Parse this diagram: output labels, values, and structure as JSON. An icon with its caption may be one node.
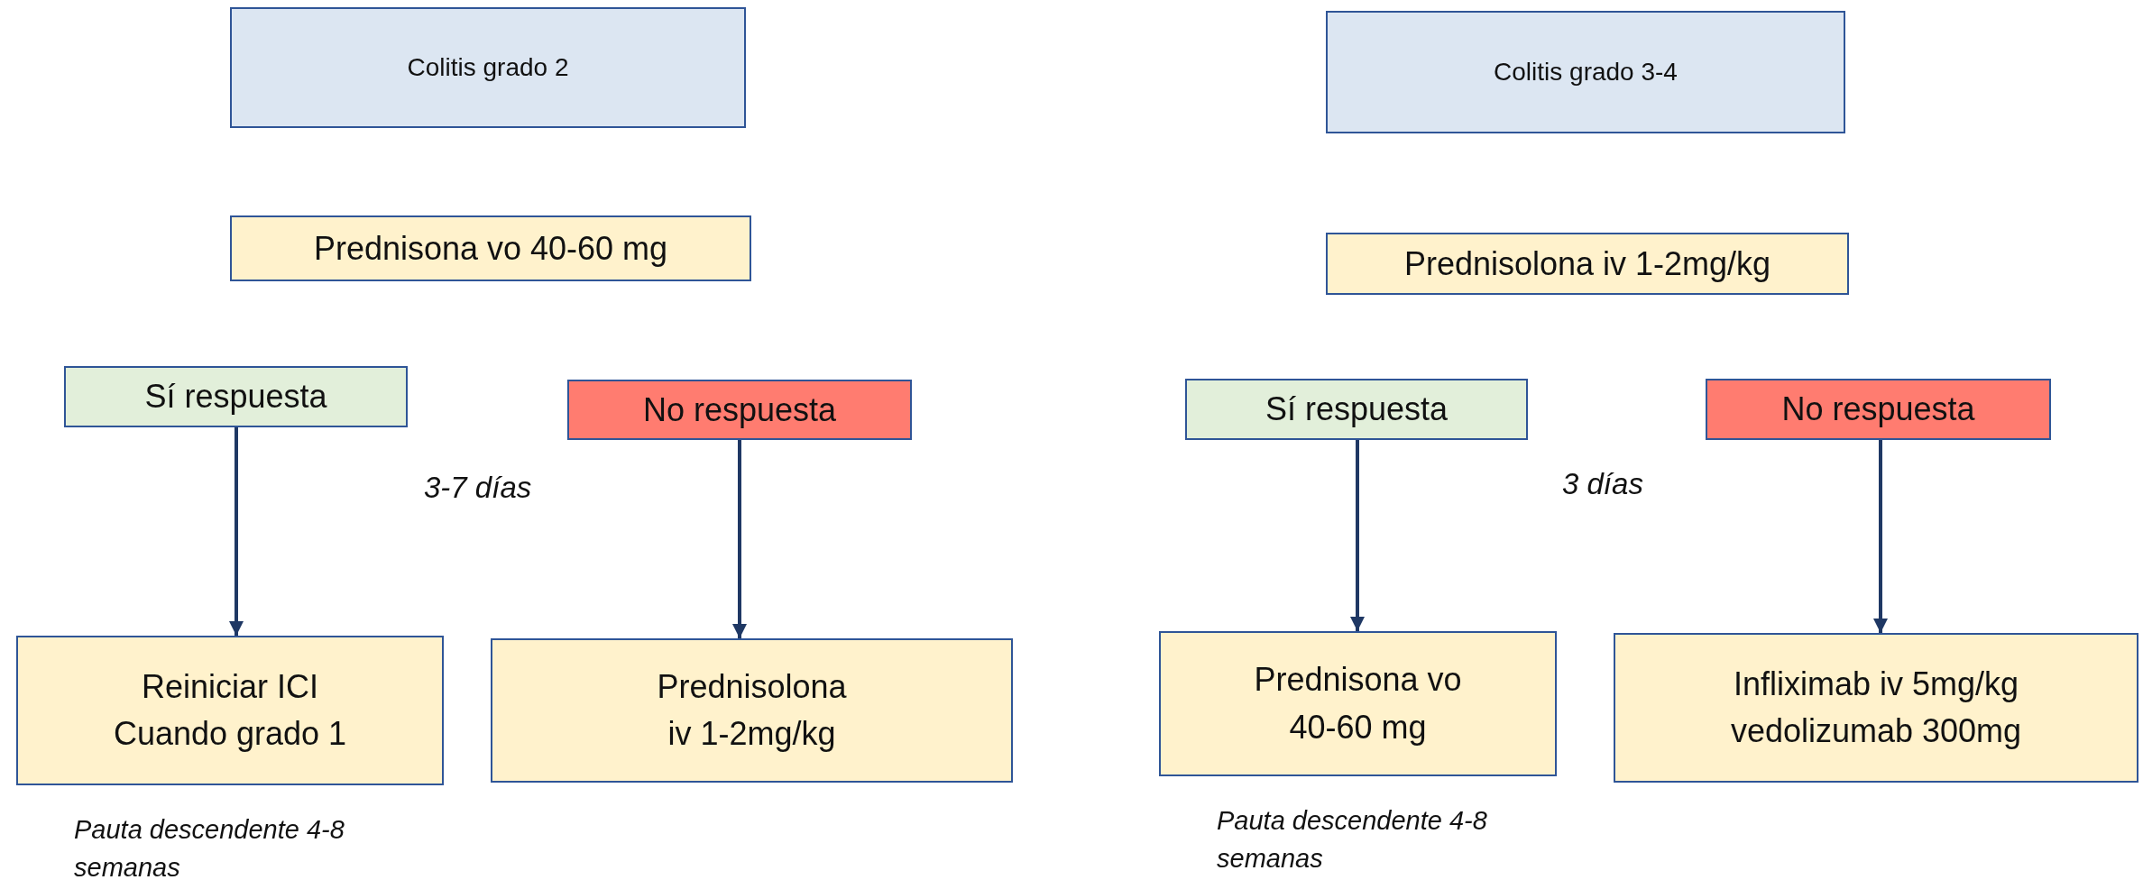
{
  "diagram": {
    "nodes": [
      {
        "text": [
          "Colitis grado 2"
        ]
      },
      {
        "text": [
          "Colitis grado 3-4"
        ]
      },
      {
        "text": [
          "Prednisona vo 40-60 mg"
        ]
      },
      {
        "text": [
          "Prednisolona iv 1-2mg/kg"
        ]
      },
      {
        "text": [
          "Sí respuesta"
        ]
      },
      {
        "text": [
          "No respuesta"
        ]
      },
      {
        "text": [
          "Sí respuesta"
        ]
      },
      {
        "text": [
          "No respuesta"
        ]
      },
      {
        "text": [
          "Reiniciar ICI Cuando grado 1"
        ],
        "beside": [
          "Pauta descendente 4-8 semanas"
        ]
      },
      {
        "text": [
          "Prednisolona iv 1-2mg/kg"
        ]
      },
      {
        "text": [
          "Prednisona vo 40-60 mg"
        ],
        "beside": [
          "Pauta descendente 4-8 semanas"
        ]
      },
      {
        "text": [
          "Infliximab iv 5mg/kg vedolizumab 300mg"
        ]
      }
    ],
    "edges": [
      {
        "from": 4,
        "to": 8,
        "arrow": "to"
      },
      {
        "from": 5,
        "to": 9,
        "arrow": "to"
      },
      {
        "from": 6,
        "to": 10,
        "arrow": "to"
      },
      {
        "from": 7,
        "to": 11,
        "arrow": "to"
      }
    ],
    "labels": [
      "3-7 días",
      "3 días"
    ]
  }
}
